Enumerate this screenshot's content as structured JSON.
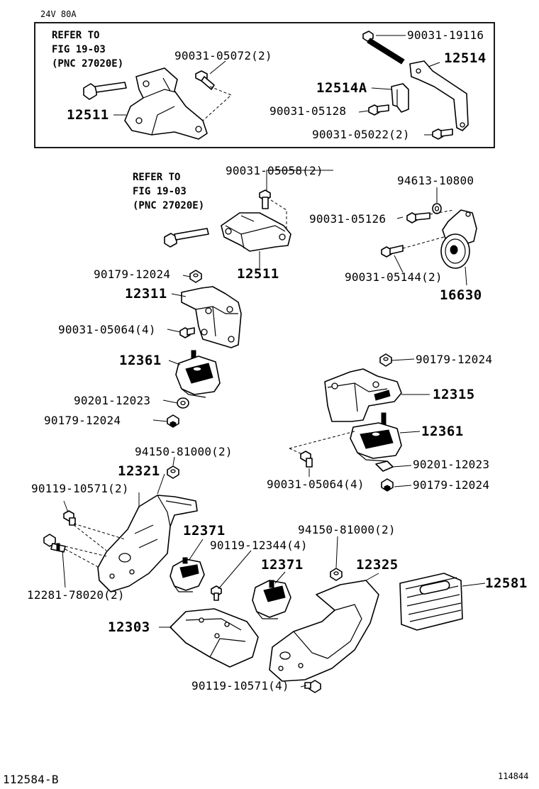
{
  "header": {
    "spec": "24V 80A"
  },
  "footer": {
    "left_code": "112584-B",
    "right_code": "114844"
  },
  "refer_notes": {
    "top": {
      "line1": "REFER TO",
      "line2": "FIG 19-03",
      "line3": "(PNC 27020E)"
    },
    "mid": {
      "line1": "REFER TO",
      "line2": "FIG 19-03",
      "line3": "(PNC 27020E)"
    }
  },
  "callouts": {
    "c_90031_19116": "90031-19116",
    "c_12514": "12514",
    "c_90031_05072": "90031-05072(2)",
    "c_12514A": "12514A",
    "c_90031_05128": "90031-05128",
    "c_12511_top": "12511",
    "c_90031_05022": "90031-05022(2)",
    "c_90031_05058": "90031-05058(2)",
    "c_94613_10800": "94613-10800",
    "c_90031_05126": "90031-05126",
    "c_12511_mid": "12511",
    "c_90031_05144": "90031-05144(2)",
    "c_16630": "16630",
    "c_90179_12024_a": "90179-12024",
    "c_12311": "12311",
    "c_90031_05064_a": "90031-05064(4)",
    "c_12361_a": "12361",
    "c_90201_12023_a": "90201-12023",
    "c_90179_12024_b": "90179-12024",
    "c_90179_12024_c": "90179-12024",
    "c_12315": "12315",
    "c_12361_b": "12361",
    "c_90201_12023_b": "90201-12023",
    "c_90031_05064_b": "90031-05064(4)",
    "c_90179_12024_d": "90179-12024",
    "c_94150_81000_a": "94150-81000(2)",
    "c_12321": "12321",
    "c_90119_10571_a": "90119-10571(2)",
    "c_12371_a": "12371",
    "c_90119_12344": "90119-12344(4)",
    "c_94150_81000_b": "94150-81000(2)",
    "c_12371_b": "12371",
    "c_12325": "12325",
    "c_12581": "12581",
    "c_12281_78020": "12281-78020(2)",
    "c_12303": "12303",
    "c_90119_10571_b": "90119-10571(4)"
  }
}
